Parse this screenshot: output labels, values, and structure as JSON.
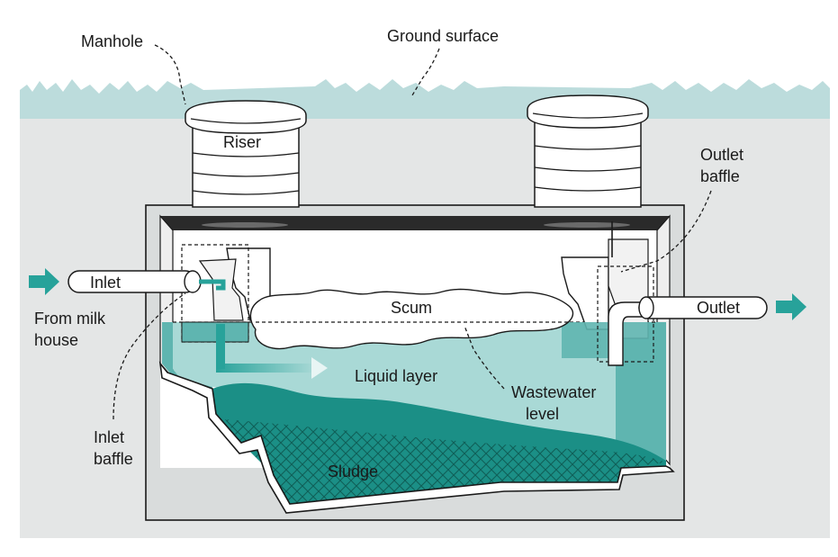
{
  "labels": {
    "manhole": "Manhole",
    "ground_surface": "Ground surface",
    "riser": "Riser",
    "outlet_baffle_line1": "Outlet",
    "outlet_baffle_line2": "baffle",
    "inlet": "Inlet",
    "from_milk_house_line1": "From milk",
    "from_milk_house_line2": "house",
    "scum": "Scum",
    "outlet": "Outlet",
    "liquid_layer": "Liquid layer",
    "wastewater_level_line1": "Wastewater",
    "wastewater_level_line2": "level",
    "inlet_baffle_line1": "Inlet",
    "inlet_baffle_line2": "baffle",
    "sludge": "Sludge"
  },
  "colors": {
    "soil": "#e4e6e6",
    "ground": "#bcdcdc",
    "tank_wall": "#d9dcdc",
    "liquid": "#a9d9d6",
    "liquid_deep": "#5fb5b0",
    "sludge": "#1b8f86",
    "sludge_dark": "#147068",
    "scum": "#ffffff",
    "arrow": "#27a29a",
    "riser": "#ffffff",
    "ceiling": "#2a2a2a"
  }
}
